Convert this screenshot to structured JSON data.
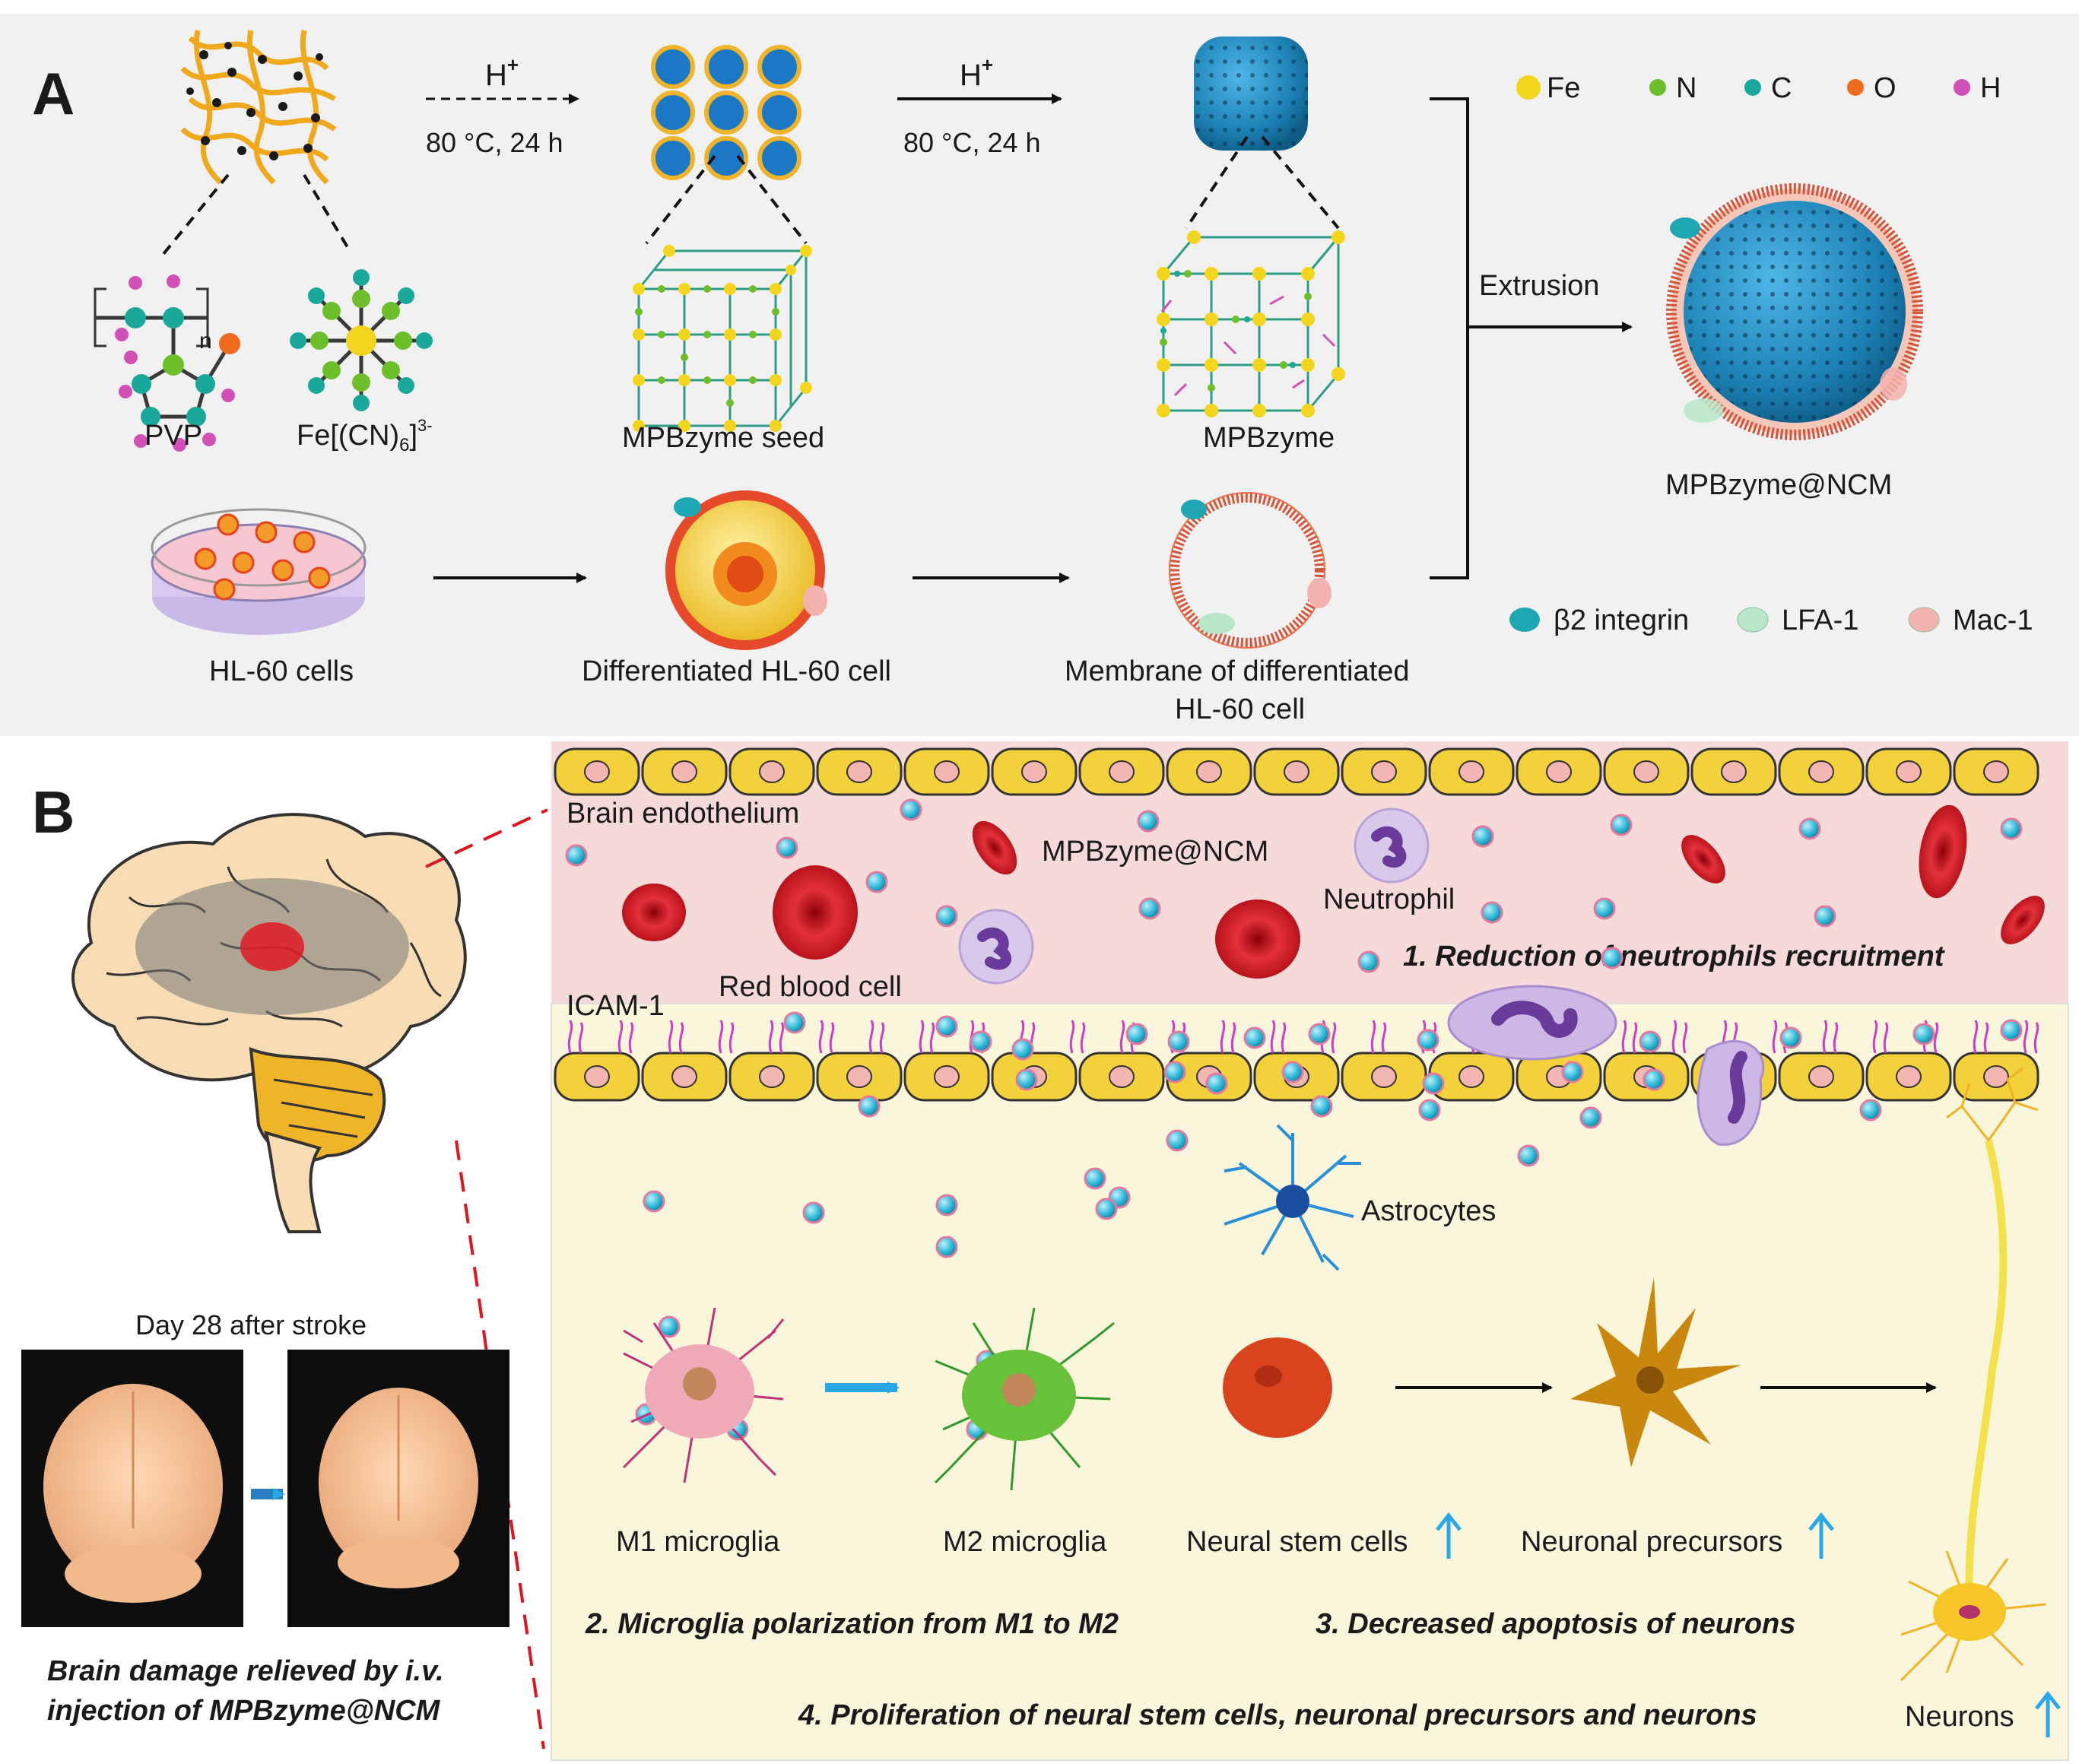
{
  "panel_a": {
    "letter": "A",
    "reagents": {
      "pvp": "PVP",
      "ferricyanide": "Fe[(CN)",
      "ferricyanide_sub": "6",
      "ferricyanide_sup": "]",
      "ferricyanide_charge": "3-",
      "pvp_n": "n"
    },
    "step1": {
      "acid": "H",
      "acid_sup": "+",
      "condition": "80 °C, 24 h"
    },
    "step2": {
      "acid": "H",
      "acid_sup": "+",
      "condition": "80 °C, 24 h"
    },
    "seed_label": "MPBzyme seed",
    "mpbzyme_label": "MPBzyme",
    "extrusion_label": "Extrusion",
    "product_label": "MPBzyme@NCM",
    "hl60_label": "HL-60 cells",
    "diff_cell_label": "Differentiated HL-60 cell",
    "membrane_label_1": "Membrane of differentiated",
    "membrane_label_2": "HL-60 cell",
    "atom_legend": [
      {
        "symbol": "Fe",
        "color": "#f3d51e"
      },
      {
        "symbol": "N",
        "color": "#6cbf2a"
      },
      {
        "symbol": "C",
        "color": "#1aa89a"
      },
      {
        "symbol": "O",
        "color": "#f06a1c"
      },
      {
        "symbol": "H",
        "color": "#d24fb6"
      }
    ],
    "protein_legend": [
      {
        "name": "β2 integrin",
        "color": "#1fa6b3"
      },
      {
        "name": "LFA-1",
        "color": "#b7e7c8"
      },
      {
        "name": "Mac-1",
        "color": "#f2b3ae"
      }
    ]
  },
  "panel_b": {
    "letter": "B",
    "brain_endothelium": "Brain endothelium",
    "mpbzyme_ncm": "MPBzyme@NCM",
    "neutrophil": "Neutrophil",
    "red_blood_cell": "Red blood cell",
    "icam": "ICAM-1",
    "astrocytes": "Astrocytes",
    "step1": "1. Reduction of neutrophils recruitment",
    "step2": "2. Microglia polarization from M1 to M2",
    "step3": "3. Decreased apoptosis of neurons",
    "step4": "4. Proliferation of neural stem cells, neuronal precursors and neurons",
    "m1": "M1 microglia",
    "m2": "M2 microglia",
    "nsc": "Neural stem cells",
    "precursors": "Neuronal precursors",
    "neurons": "Neurons",
    "day_label": "Day 28 after stroke",
    "caption_1": "Brain damage relieved by i.v.",
    "caption_2": "injection of  MPBzyme@NCM"
  },
  "colors": {
    "panel_a_bg": "#f1f1f1",
    "vessel_bg": "#f6dada",
    "tissue_bg": "#faf6dc",
    "endothelial": "#f3d13a",
    "nanoparticle": "#2fb9d8",
    "rbc": "#c8121a",
    "up_arrow": "#2aa7e6"
  }
}
